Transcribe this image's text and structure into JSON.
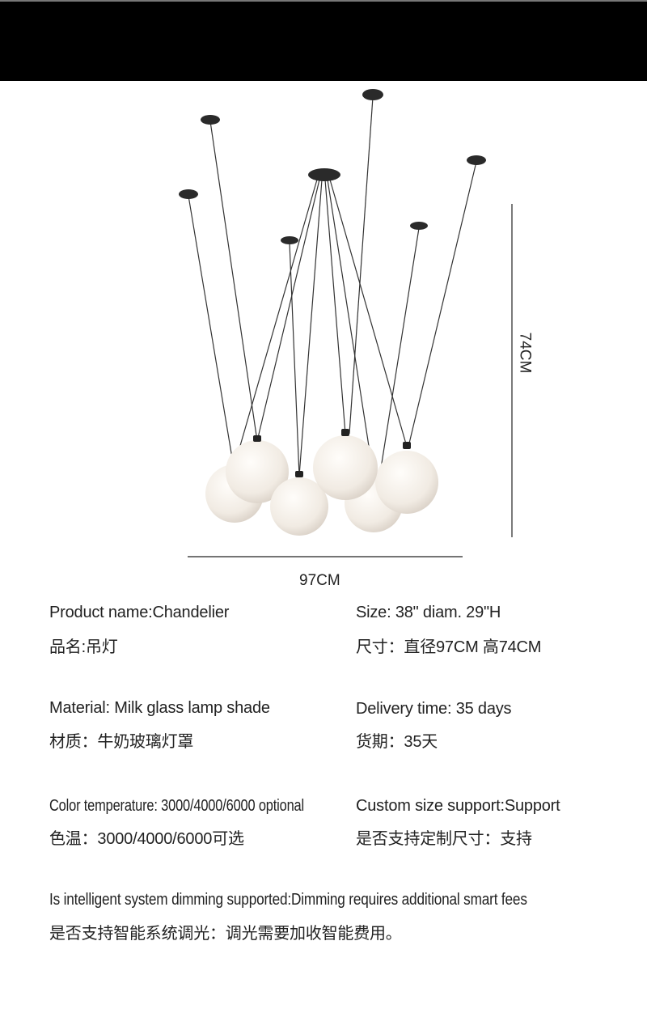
{
  "dimensions": {
    "width": "97CM",
    "height": "74CM"
  },
  "specs": [
    {
      "en": "Product name:Chandelier",
      "zh": "品名:吊灯"
    },
    {
      "en": "Size: 38\" diam.  29\"H",
      "zh": "尺寸：直径97CM 高74CM"
    },
    {
      "en": "Material: Milk glass lamp shade",
      "zh": "材质：牛奶玻璃灯罩"
    },
    {
      "en": "Delivery time: 35 days",
      "zh": "货期：35天"
    },
    {
      "en": "Color temperature: 3000/4000/6000 optional",
      "zh": "色温：3000/4000/6000可选"
    },
    {
      "en": "Custom size support:Support",
      "zh": "是否支持定制尺寸：支持"
    },
    {
      "en": "Is intelligent system dimming supported:Dimming requires additional smart fees",
      "zh": "是否支持智能系统调光：调光需要加收智能费用。"
    }
  ],
  "colors": {
    "header": "#000000",
    "text": "#222222",
    "globe": "#f3ede6"
  }
}
